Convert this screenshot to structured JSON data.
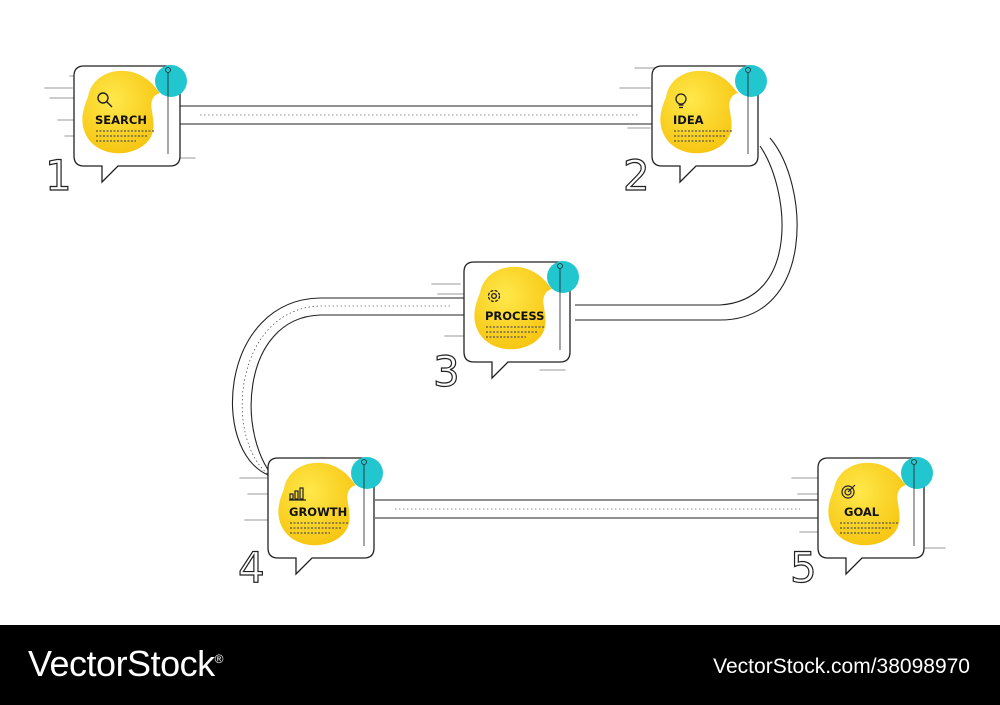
{
  "colors": {
    "yellow": "#f8ce17",
    "yellow_light": "#ffe23a",
    "cyan": "#22c6cf",
    "line": "#222222",
    "footer_bg": "#000000"
  },
  "steps": [
    {
      "number": "1",
      "title": "SEARCH",
      "icon": "search-icon"
    },
    {
      "number": "2",
      "title": "IDEA",
      "icon": "lightbulb-icon"
    },
    {
      "number": "3",
      "title": "PROCESS",
      "icon": "gear-icon"
    },
    {
      "number": "4",
      "title": "GROWTH",
      "icon": "bar-chart-icon"
    },
    {
      "number": "5",
      "title": "GOAL",
      "icon": "target-icon"
    }
  ],
  "footer": {
    "brand": "VectorStock",
    "registered": "®",
    "stock_id": "VectorStock.com/38098970"
  }
}
